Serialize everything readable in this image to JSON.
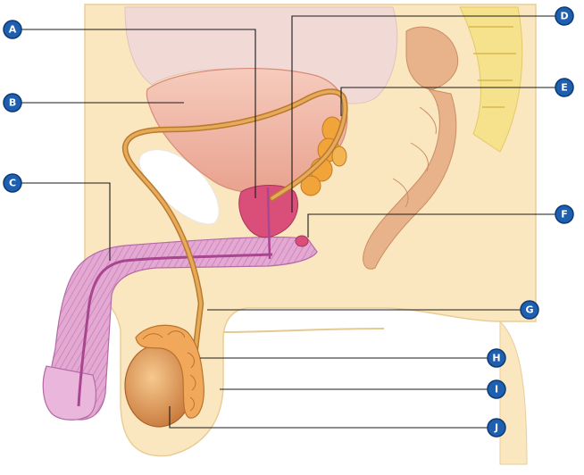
{
  "colors": {
    "background": "#ffffff",
    "skin": "#fbe7bf",
    "skin_shadow": "#f3d6a4",
    "pelvis_bone": "#f1d9d6",
    "bladder": "#f2b7a6",
    "prostate": "#d94f7a",
    "penis_tissue": "#e3a9d3",
    "urethra": "#a8468f",
    "duct": "#e7a95a",
    "seminal_vesicle": "#f0a43a",
    "testis": "#e0a05e",
    "epididymis": "#f2a85a",
    "rectum": "#e8b38a",
    "spine": "#f6e18c",
    "leader_line": "#1a1a1a",
    "badge_fill": "#1f5fb0"
  },
  "labels": [
    {
      "id": "A",
      "text": "A",
      "icon": "callout-badge"
    },
    {
      "id": "B",
      "text": "B",
      "icon": "callout-badge"
    },
    {
      "id": "C",
      "text": "C",
      "icon": "callout-badge"
    },
    {
      "id": "D",
      "text": "D",
      "icon": "callout-badge"
    },
    {
      "id": "E",
      "text": "E",
      "icon": "callout-badge"
    },
    {
      "id": "F",
      "text": "F",
      "icon": "callout-badge"
    },
    {
      "id": "G",
      "text": "G",
      "icon": "callout-badge"
    },
    {
      "id": "H",
      "text": "H",
      "icon": "callout-badge"
    },
    {
      "id": "I",
      "text": "I",
      "icon": "callout-badge"
    },
    {
      "id": "J",
      "text": "J",
      "icon": "callout-badge"
    }
  ]
}
